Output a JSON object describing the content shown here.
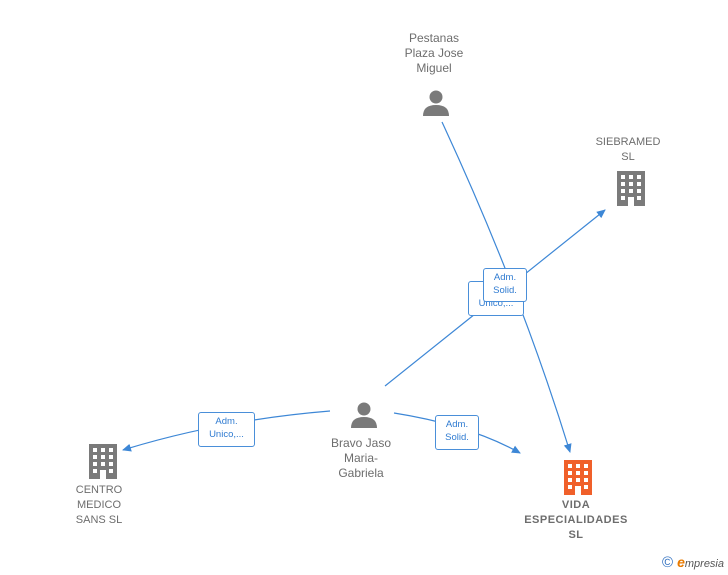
{
  "nodes": {
    "pestanas": {
      "label": "Pestanas\nPlaza Jose\nMiguel",
      "kind": "person"
    },
    "siebramed": {
      "label": "SIEBRAMED\nSL",
      "kind": "company"
    },
    "bravo": {
      "label": "Bravo Jaso\nMaria-\nGabriela",
      "kind": "person"
    },
    "centro": {
      "label": "CENTRO\nMEDICO\nSANS SL",
      "kind": "company"
    },
    "vida": {
      "label": "VIDA\nESPECIALIDADES\nSL",
      "kind": "company-highlight"
    }
  },
  "edges": {
    "bravo_siebramed": "Adm.\nUnico,...",
    "pestanas_vida": "Adm.\nSolid.",
    "bravo_centro": "Adm.\nUnico,...",
    "bravo_vida": "Adm.\nSolid."
  },
  "colors": {
    "edge": "#3d87d6",
    "person_icon": "#7a7a7a",
    "company_icon": "#7a7a7a",
    "highlight_icon": "#f0602a"
  },
  "brand": {
    "copyright": "©",
    "name_first": "e",
    "name_rest": "mpresia"
  }
}
